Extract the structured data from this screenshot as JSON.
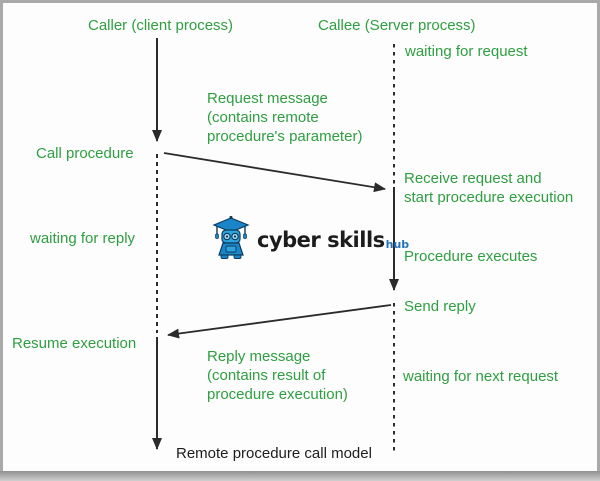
{
  "diagram": {
    "title": "Remote procedure call model",
    "type": "sequence-diagram"
  },
  "colors": {
    "label_green": "#2f9e41",
    "label_black": "#1d1d1d",
    "line": "#2b2b2b",
    "logo_blue": "#2573be",
    "frame_border": "#a9a9a9"
  },
  "labels": {
    "caller_title": "Caller (client process)",
    "callee_title": "Callee (Server process)",
    "waiting_request": "waiting for request",
    "request_message": "Request message\n(contains remote\nprocedure's parameter)",
    "call_procedure": "Call procedure",
    "receive_request": "Receive request and\nstart procedure execution",
    "waiting_reply": "waiting for reply",
    "procedure_executes": "Procedure executes",
    "send_reply": "Send reply",
    "resume_execution": "Resume execution",
    "reply_message": "Reply message\n(contains result of\nprocedure execution)",
    "waiting_next": "waiting for next request",
    "rpc_model": "Remote procedure call model"
  },
  "logo": {
    "wordmark": "cyber skills",
    "suffix": "hub",
    "mascot_icon": "graduate-robot-icon"
  }
}
